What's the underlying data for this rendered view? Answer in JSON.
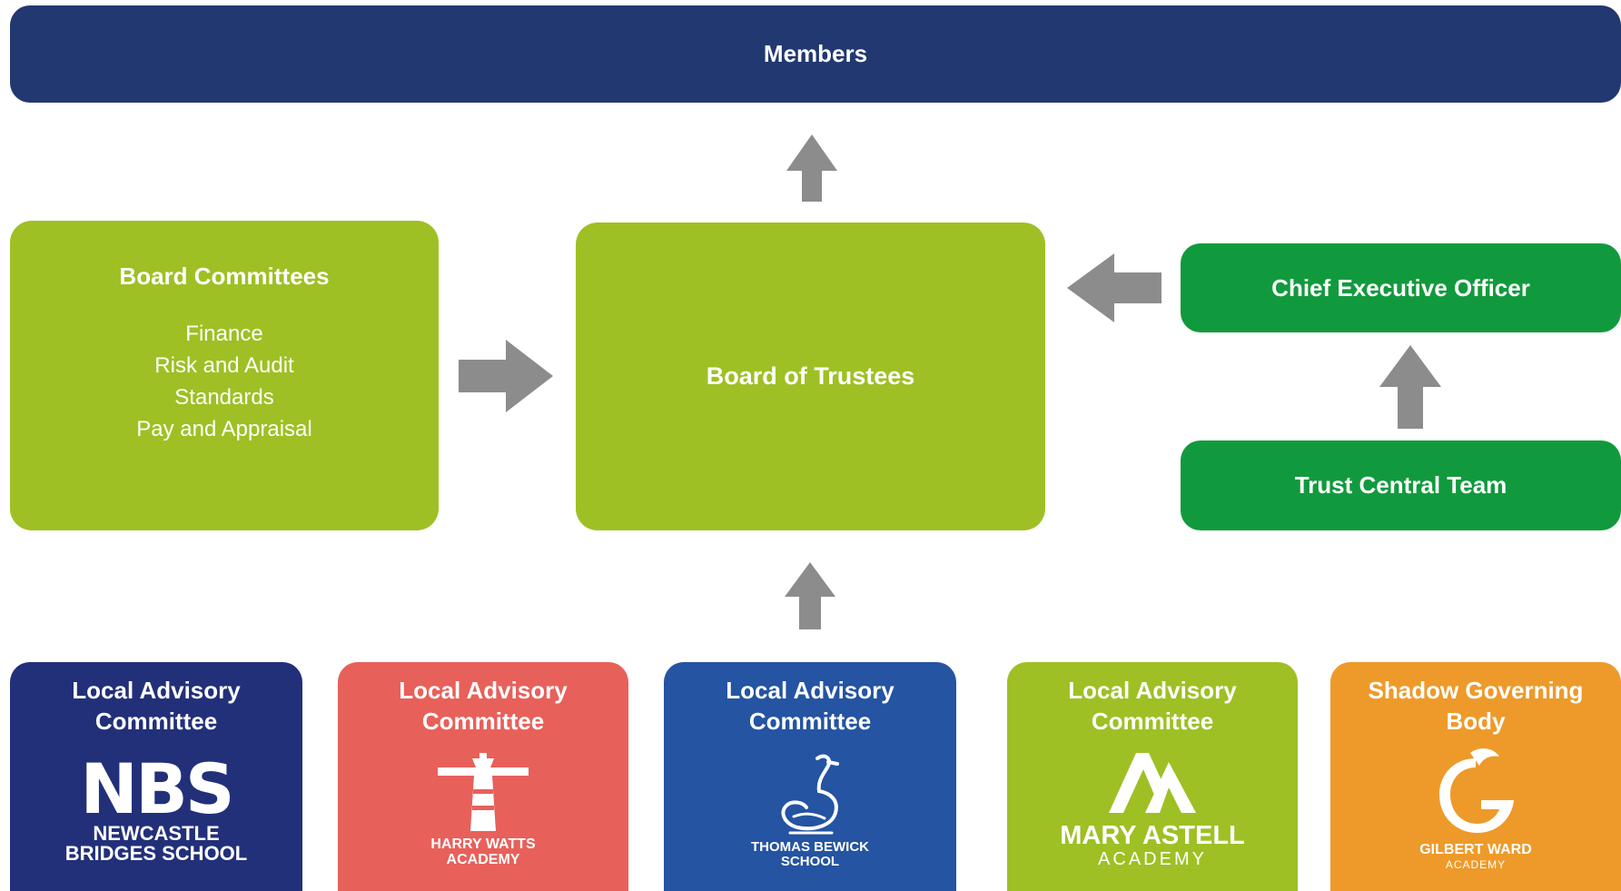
{
  "members": {
    "label": "Members",
    "color": "#213870"
  },
  "board_committees": {
    "title": "Board Committees",
    "items": [
      "Finance",
      "Risk and Audit",
      "Standards",
      "Pay and Appraisal"
    ],
    "color": "#9EC024"
  },
  "board_of_trustees": {
    "label": "Board of Trustees",
    "color": "#9EC024"
  },
  "ceo": {
    "label": "Chief Executive Officer",
    "color": "#119A3D"
  },
  "central_team": {
    "label": "Trust Central Team",
    "color": "#119A3D"
  },
  "arrow_color": "#8C8C8C",
  "schools": [
    {
      "title": "Local Advisory\nCommittee",
      "logo_main": "NBS",
      "logo_name": "NEWCASTLE\nBRIDGES SCHOOL",
      "color": "#22307A",
      "icon": "nbs-logo-icon"
    },
    {
      "title": "Local Advisory\nCommittee",
      "logo_name": "HARRY WATTS\nACADEMY",
      "color": "#E8605A",
      "icon": "lighthouse-icon"
    },
    {
      "title": "Local Advisory\nCommittee",
      "logo_name": "THOMAS BEWICK\nSCHOOL",
      "color": "#2454A2",
      "icon": "swan-icon"
    },
    {
      "title": "Local Advisory\nCommittee",
      "logo_name": "MARY ASTELL",
      "logo_sub": "ACADEMY",
      "color": "#9EC024",
      "icon": "ma-monogram-icon"
    },
    {
      "title": "Shadow Governing\nBody",
      "logo_name": "GILBERT WARD",
      "logo_sub": "ACADEMY",
      "color": "#EE9A2A",
      "icon": "gilbert-ward-logo-icon"
    }
  ]
}
